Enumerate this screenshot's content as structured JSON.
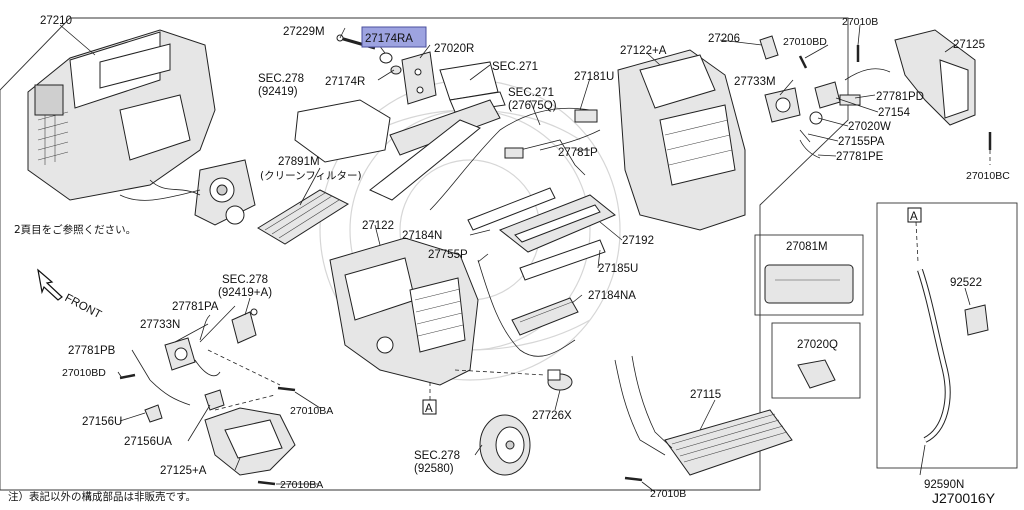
{
  "diagram": {
    "code": "J270016Y",
    "note_jp": "2頁目をご参照ください。",
    "footnote_jp": "注）表記以外の構成部品は非販売です。",
    "front_label": "FRONT",
    "ref_marker": "A",
    "highlight_color": "#9da3e0"
  },
  "labels": {
    "p27210": "27210",
    "p27229m": "27229M",
    "p27174ra": "27174RA",
    "p27020r": "27020R",
    "p27174r": "27174R",
    "sec278a": "SEC.278",
    "sec278a_sub": "(92419)",
    "sec271a": "SEC.271",
    "sec271b": "SEC.271",
    "sec271b_sub": "(27675Q)",
    "p27181u": "27181U",
    "p27122a": "27122+A",
    "p27206": "27206",
    "p27010bd_top": "27010BD",
    "p27010b_top": "27010B",
    "p27125": "27125",
    "p27733m": "27733M",
    "p27781pd": "27781PD",
    "p27154": "27154",
    "p27020w": "27020W",
    "p27155pa": "27155PA",
    "p27781pe": "27781PE",
    "p27010bc": "27010BC",
    "p27891m": "27891M",
    "p27891m_sub": "(クリーンフィルター)",
    "p27781p": "27781P",
    "p27122": "27122",
    "p27184n": "27184N",
    "p27192": "27192",
    "p27755p": "27755P",
    "p27185u": "27185U",
    "sec278b": "SEC.278",
    "sec278b_sub": "(92419+A)",
    "p27184na": "27184NA",
    "p27781pa": "27781PA",
    "p27733n": "27733N",
    "p27781pb": "27781PB",
    "p27010bd_left": "27010BD",
    "p27156u": "27156U",
    "p27156ua": "27156UA",
    "p27010ba_mid": "27010BA",
    "p27726x": "27726X",
    "p27115": "27115",
    "sec278c": "SEC.278",
    "sec278c_sub": "(92580)",
    "p27125a": "27125+A",
    "p27010ba_bot": "27010BA",
    "p27010b_bot": "27010B",
    "p27081m": "27081M",
    "p27020q": "27020Q",
    "p92522": "92522",
    "p92590n": "92590N"
  }
}
